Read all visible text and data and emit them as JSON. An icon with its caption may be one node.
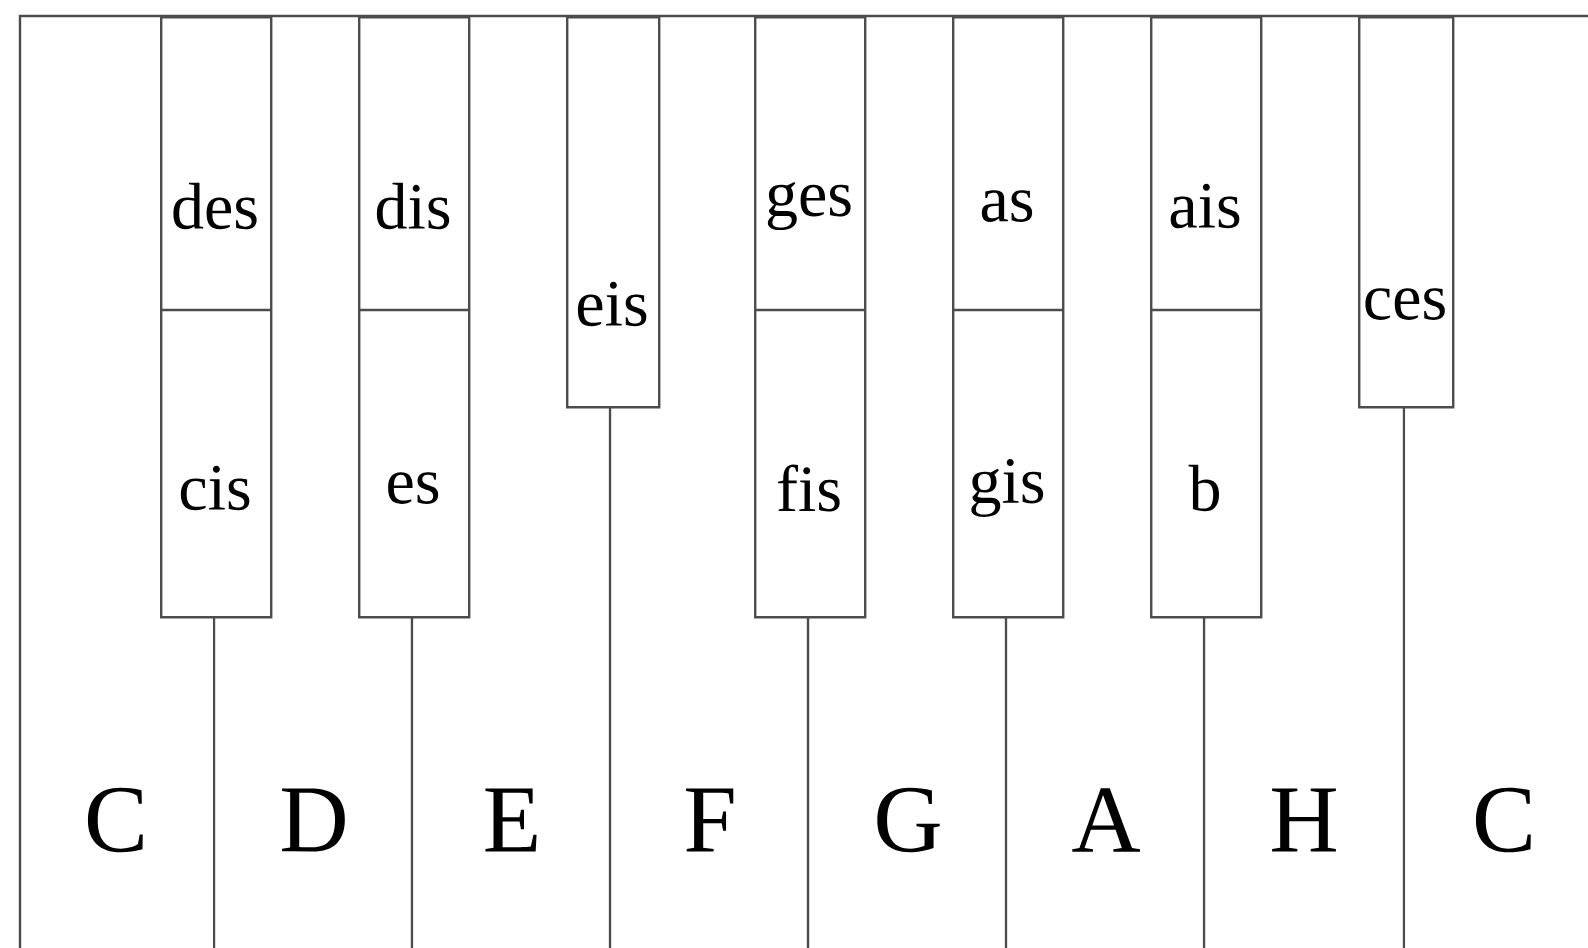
{
  "diagram": {
    "nodes": [
      {
        "text": [
          "des",
          "cis"
        ]
      },
      {
        "text": [
          "dis",
          "es"
        ]
      },
      {
        "text": [
          "eis"
        ]
      },
      {
        "text": [
          "ges",
          "fis"
        ]
      },
      {
        "text": [
          "as",
          "gis"
        ]
      },
      {
        "text": [
          "ais",
          "b"
        ]
      },
      {
        "text": [
          "ces"
        ]
      },
      {
        "text": [
          "C"
        ]
      },
      {
        "text": [
          "D"
        ]
      },
      {
        "text": [
          "E"
        ]
      },
      {
        "text": [
          "F"
        ]
      },
      {
        "text": [
          "G"
        ]
      },
      {
        "text": [
          "A"
        ]
      },
      {
        "text": [
          "H"
        ]
      },
      {
        "text": [
          "C"
        ]
      }
    ]
  }
}
